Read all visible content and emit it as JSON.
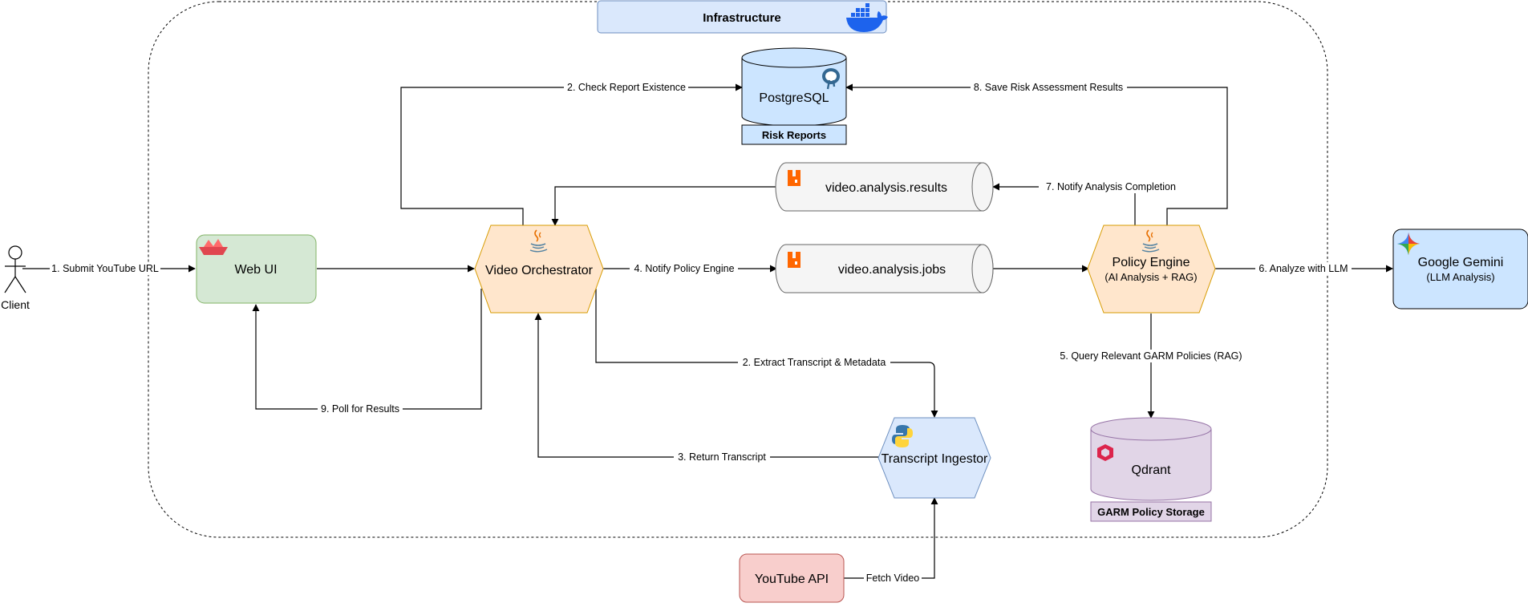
{
  "boundary": {
    "title": "Infrastructure"
  },
  "actors": {
    "client": "Client"
  },
  "nodes": {
    "web_ui": "Web UI",
    "orchestrator": "Video Orchestrator",
    "postgres": "PostgreSQL",
    "postgres_caption": "Risk Reports",
    "results_queue": "video.analysis.results",
    "jobs_queue": "video.analysis.jobs",
    "policy_engine": "Policy Engine",
    "policy_engine_sub": "(AI Analysis + RAG)",
    "gemini": "Google Gemini",
    "gemini_sub": "(LLM Analysis)",
    "ingestor": "Transcript Ingestor",
    "qdrant": "Qdrant",
    "qdrant_caption": "GARM Policy Storage",
    "youtube": "YouTube API"
  },
  "edges": {
    "submit": "1. Submit YouTube URL",
    "check_report": "2. Check Report Existence",
    "save_results": "8. Save Risk Assessment Results",
    "notify_completion": "7. Notify Analysis Completion",
    "notify_policy": "4. Notify Policy Engine",
    "analyze_llm": "6. Analyze with LLM",
    "extract": "2. Extract Transcript & Metadata",
    "query_policies": "5. Query Relevant GARM Policies (RAG)",
    "poll": "9. Poll for Results",
    "return_transcript": "3. Return Transcript",
    "fetch_video": "Fetch Video"
  },
  "colors": {
    "green_fill": "#d5e8d4",
    "green_stroke": "#82b366",
    "orange_fill": "#ffe6cc",
    "orange_stroke": "#d79b00",
    "blue_fill": "#dae8fc",
    "blue_stroke": "#6c8ebf",
    "purple_fill": "#e1d5e7",
    "purple_stroke": "#9673a6",
    "red_fill": "#f8cecc",
    "red_stroke": "#b85450",
    "gray_fill": "#f5f5f5",
    "gray_stroke": "#666666",
    "rabbit_orange": "#ff6600",
    "docker_blue": "#1d63ed"
  },
  "icons": {
    "web_ui": "streamlit-boat-icon",
    "orchestrator": "java-icon",
    "policy_engine": "java-icon",
    "postgres": "postgresql-elephant-icon",
    "queues": "rabbitmq-icon",
    "ingestor": "python-icon",
    "qdrant": "qdrant-icon",
    "gemini": "gemini-sparkle-icon",
    "boundary": "docker-whale-icon"
  }
}
